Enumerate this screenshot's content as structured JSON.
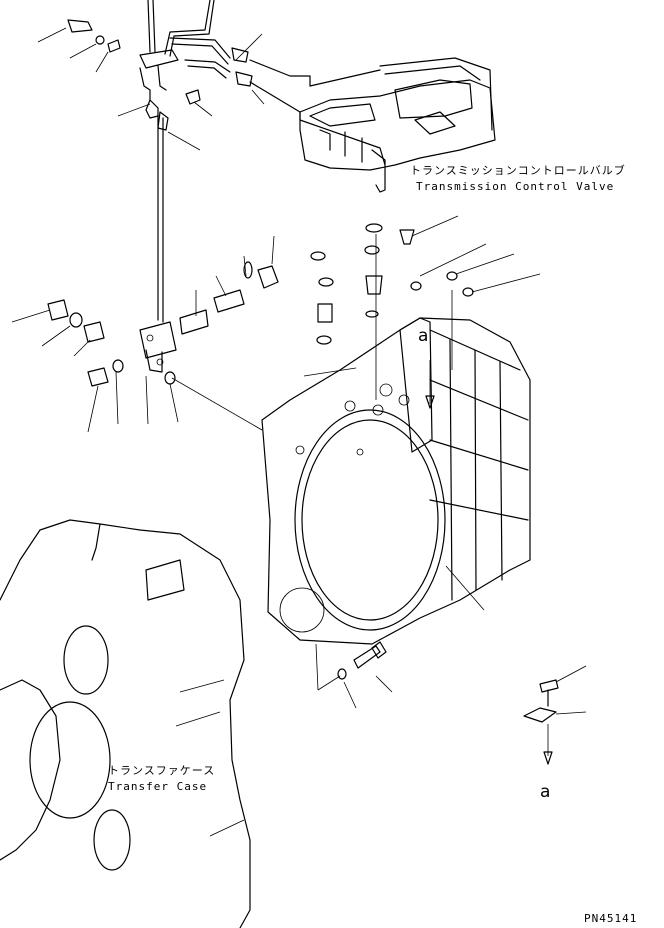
{
  "labels": {
    "valve_jp": "トランスミッションコントロールバルブ",
    "valve_en": "Transmission Control Valve",
    "transfer_jp": "トランスファケース",
    "transfer_en": "Transfer Case",
    "ref_mark_upper": "a",
    "ref_mark_lower": "a",
    "drawing_number": "PN45141"
  }
}
